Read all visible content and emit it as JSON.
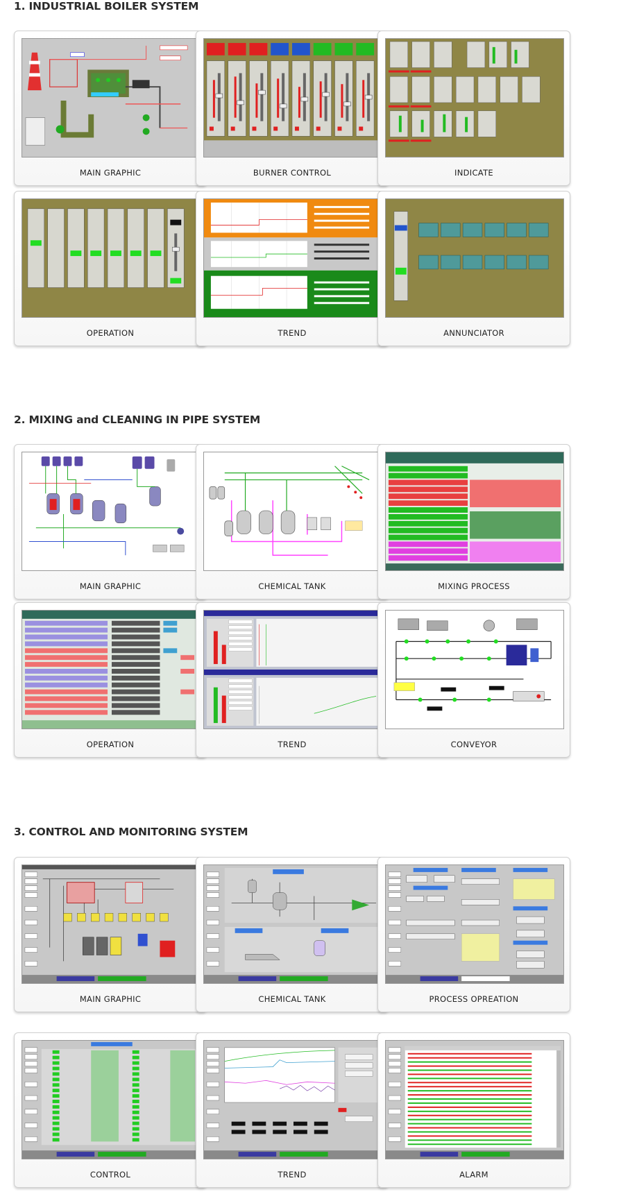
{
  "sections": [
    {
      "title": "1. INDUSTRIAL BOILER SYSTEM",
      "cards": [
        {
          "caption": "MAIN GRAPHIC"
        },
        {
          "caption": "BURNER CONTROL"
        },
        {
          "caption": "INDICATE"
        },
        {
          "caption": "OPERATION"
        },
        {
          "caption": "TREND"
        },
        {
          "caption": "ANNUNCIATOR"
        }
      ]
    },
    {
      "title": "2. MIXING and CLEANING IN PIPE SYSTEM",
      "cards": [
        {
          "caption": "MAIN GRAPHIC"
        },
        {
          "caption": "CHEMICAL TANK"
        },
        {
          "caption": "MIXING PROCESS"
        },
        {
          "caption": "OPERATION"
        },
        {
          "caption": "TREND"
        },
        {
          "caption": "CONVEYOR"
        }
      ]
    },
    {
      "title": "3. CONTROL AND MONITORING SYSTEM",
      "cards": [
        {
          "caption": "MAIN GRAPHIC"
        },
        {
          "caption": "CHEMICAL TANK"
        },
        {
          "caption": "PROCESS OPREATION"
        },
        {
          "caption": "CONTROL"
        },
        {
          "caption": "TREND"
        },
        {
          "caption": "ALARM"
        }
      ]
    }
  ],
  "colors": {
    "olive_panel": "#8f8646",
    "grey_panel": "#c8c8c8",
    "red": "#e02020",
    "green": "#22bb22",
    "blue": "#2255cc",
    "orange": "#f08a10"
  }
}
